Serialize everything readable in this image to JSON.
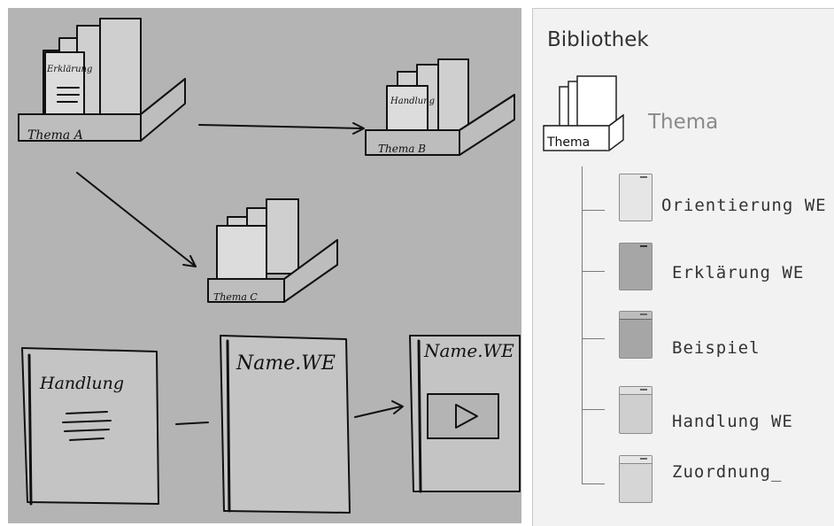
{
  "sketch": {
    "box_labels": [
      "Thema A",
      "Thema B",
      "Thema C"
    ],
    "doc_labels": [
      "Erklärung",
      "Handlung"
    ],
    "pages": [
      {
        "title": "Handlung",
        "kind": "text"
      },
      {
        "title": "Name.WE",
        "kind": "blank"
      },
      {
        "title": "Name.WE",
        "kind": "video"
      }
    ]
  },
  "library": {
    "title": "Bibliothek",
    "root": {
      "box_label": "Thema",
      "label": "Thema"
    },
    "items": [
      {
        "label": "Orientierung WE",
        "icon": "light-page-icon",
        "color": "#e6e6e6"
      },
      {
        "label": "Erklärung WE",
        "icon": "dark-page-icon",
        "color": "#a6a6a6"
      },
      {
        "label": "Beispiel",
        "icon": "dark-page-icon",
        "color": "#a6a6a6"
      },
      {
        "label": "Handlung WE",
        "icon": "medium-page-icon",
        "color": "#cfcfcf"
      },
      {
        "label": "Zuordnung_",
        "icon": "medium-page-icon",
        "color": "#d6d6d6"
      }
    ]
  }
}
